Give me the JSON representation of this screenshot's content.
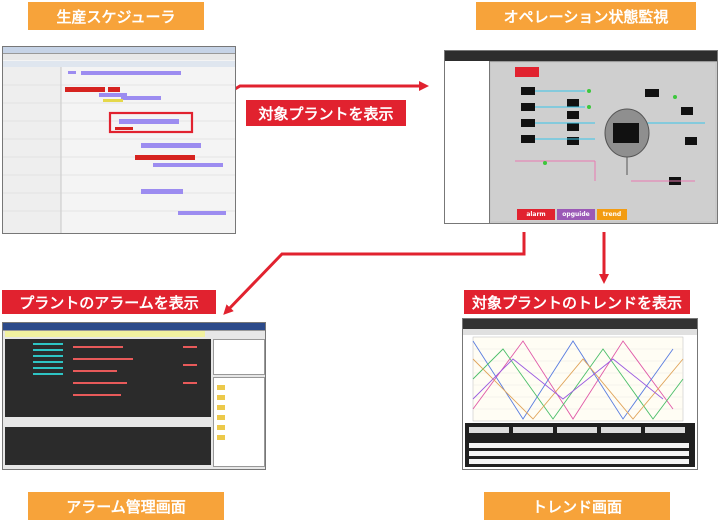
{
  "labels": {
    "scheduler": "生産スケジューラ",
    "operation": "オペレーション状態監視",
    "show_plant": "対象プラントを表示",
    "show_alarm": "プラントのアラームを表示",
    "show_trend": "対象プラントのトレンドを表示",
    "alarm_screen": "アラーム管理画面",
    "trend_screen": "トレンド画面"
  },
  "operation_buttons": {
    "alarm": "alarm",
    "opguide": "opguide",
    "trend": "trend"
  },
  "colors": {
    "orange": "#f7a33a",
    "red": "#e1222f",
    "alarm_btn": "#e1222f",
    "opguide_btn": "#9b59b6",
    "trend_btn": "#f39c12"
  }
}
